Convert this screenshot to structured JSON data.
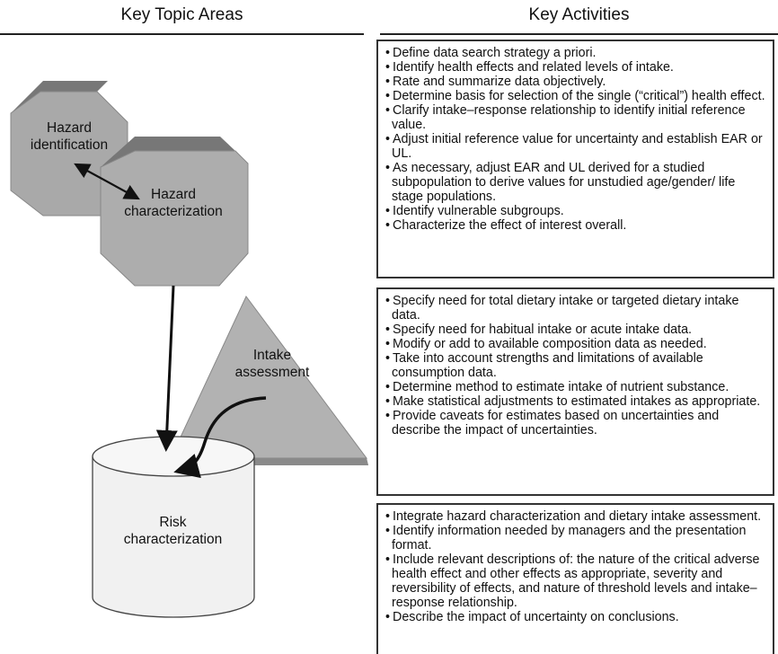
{
  "headers": {
    "left": "Key Topic Areas",
    "right": "Key Activities"
  },
  "diagram": {
    "hazard_identification": "Hazard identification",
    "hazard_characterization": "Hazard characterization",
    "intake_assessment": "Intake assessment",
    "risk_characterization": "Risk characterization",
    "colors": {
      "octagon_face": "#a9a9a9",
      "octagon_top": "#777777",
      "triangle_face": "#b2b2b2",
      "cylinder_fill": "#f1f1f1",
      "arrow": "#111111"
    }
  },
  "activities": {
    "hazard": [
      "Define data search strategy a priori.",
      "Identify health effects and related levels of intake.",
      "Rate and summarize data objectively.",
      "Determine basis for selection of the single (“critical”) health effect.",
      "Clarify intake–response relationship to identify initial reference value.",
      "Adjust initial reference value for uncertainty and establish EAR or UL.",
      "As necessary, adjust EAR and UL derived for a studied subpopulation to derive values for unstudied age/gender/ life stage populations.",
      "Identify vulnerable subgroups.",
      "Characterize the effect of interest overall."
    ],
    "intake": [
      "Specify need for total dietary intake or targeted dietary intake data.",
      "Specify need for habitual intake or acute intake data.",
      "Modify or add to available composition data as needed.",
      "Take into account strengths and limitations of available consumption data.",
      "Determine method to estimate intake of nutrient substance.",
      "Make statistical adjustments to estimated intakes as appropriate.",
      "Provide caveats for estimates based on uncertainties and describe the impact of uncertainties."
    ],
    "risk": [
      "Integrate hazard characterization and dietary intake assessment.",
      "Identify information needed by managers and the presentation format.",
      "Include relevant descriptions of: the nature of the critical adverse health effect and other effects as appropriate, severity and reversibility of effects, and nature of threshold levels and intake–response relationship.",
      "Describe the impact of uncertainty on conclusions."
    ]
  }
}
